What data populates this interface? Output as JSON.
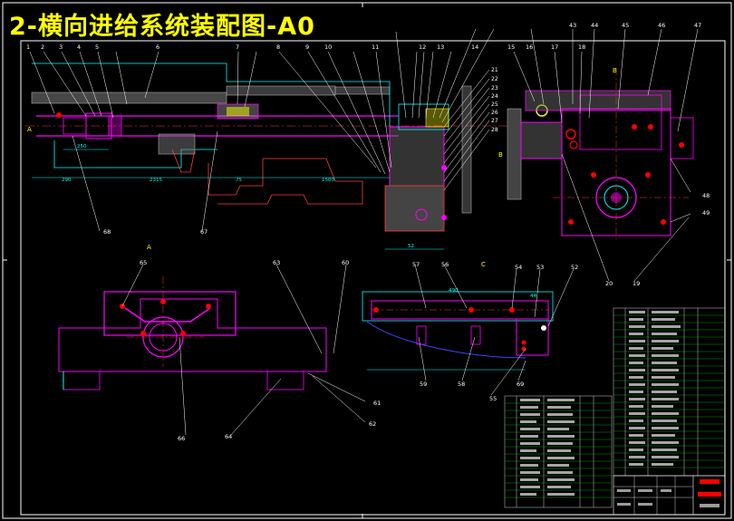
{
  "title": "2-横向进给系统装配图-A0",
  "colors": {
    "background": "#000000",
    "title": "#ffff00",
    "frame": "#ffffff",
    "magenta": "#ff00ff",
    "cyan": "#00ffff",
    "red": "#ff3b3b",
    "blue": "#3a48ff",
    "grey": "#8a8a8a",
    "green": "#00ff00"
  },
  "balloons_top": [
    "1",
    "2",
    "3",
    "4",
    "5",
    "6",
    "7",
    "8",
    "9",
    "10",
    "11",
    "12",
    "13",
    "14",
    "15",
    "16",
    "17",
    "18",
    "43",
    "44",
    "45",
    "46",
    "47"
  ],
  "balloons_right": [
    "21",
    "22",
    "23",
    "24",
    "25",
    "26",
    "27",
    "28"
  ],
  "callouts": {
    "c68": "68",
    "c67": "67",
    "c65": "65",
    "c63": "63",
    "c60": "60",
    "c61": "61",
    "c62": "62",
    "c64": "64",
    "c66": "66",
    "c57": "57",
    "c56": "56",
    "c54": "54",
    "c53": "53",
    "c52": "52",
    "c59": "59",
    "c58": "58",
    "c55": "55",
    "c69": "69",
    "c20": "20",
    "c19": "19",
    "c48": "48",
    "c49": "49"
  },
  "view_labels": {
    "section_a_left": "A",
    "section_a_lower": "A",
    "view_c": "C",
    "section_b": "B",
    "section_b_right": "B"
  },
  "dims": {
    "d1": "290",
    "d2": "2315",
    "d3": "75",
    "d4": "1500",
    "d5": "52",
    "d6": "250",
    "d7": "490",
    "d8": "44"
  }
}
